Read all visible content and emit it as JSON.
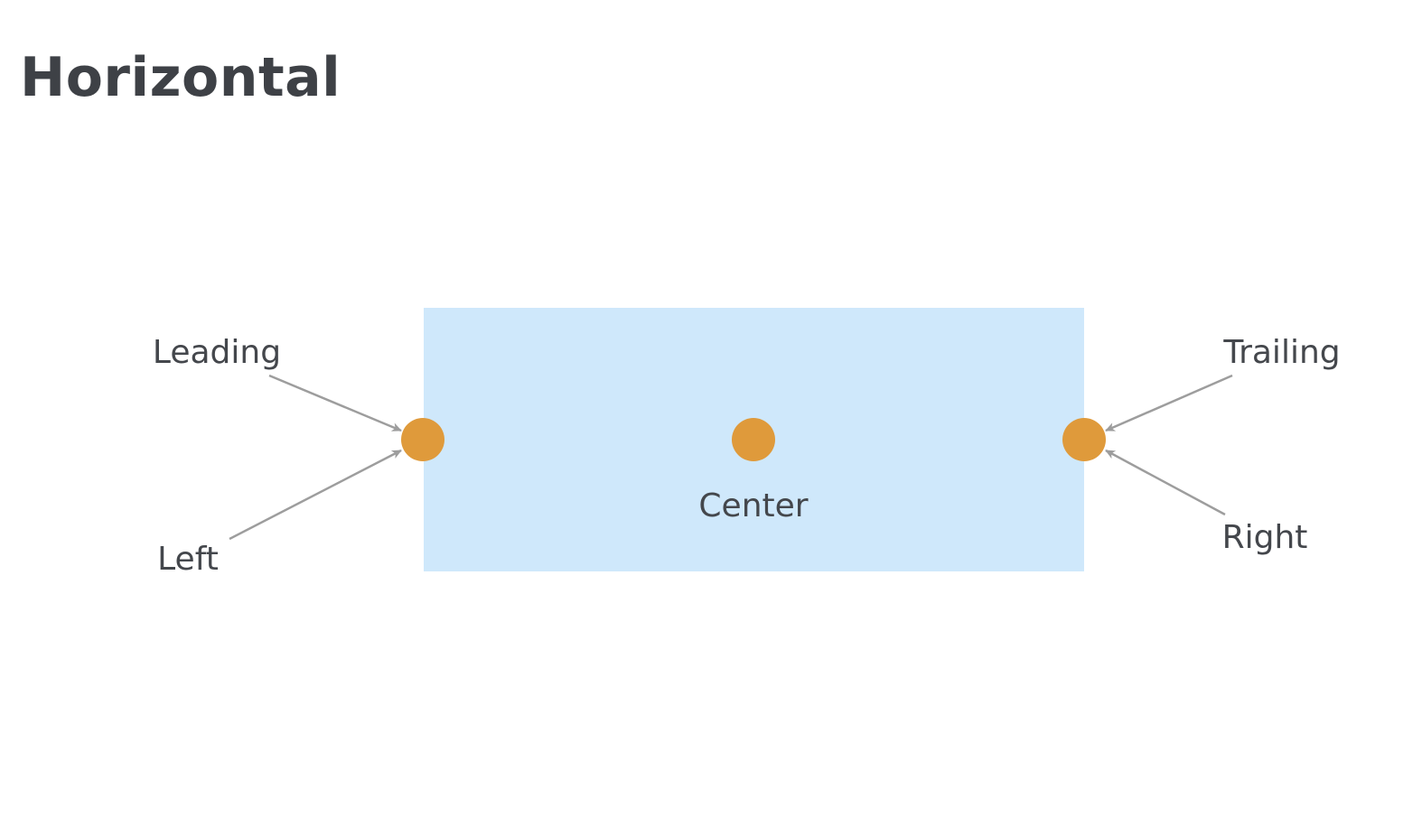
{
  "title": "Horizontal",
  "labels": {
    "leading": "Leading",
    "left": "Left",
    "center": "Center",
    "trailing": "Trailing",
    "right": "Right"
  },
  "colors": {
    "box_fill": "#cfe8fb",
    "dot_fill": "#df9a3b",
    "arrow": "#9d9d9d",
    "text": "#44474c"
  }
}
